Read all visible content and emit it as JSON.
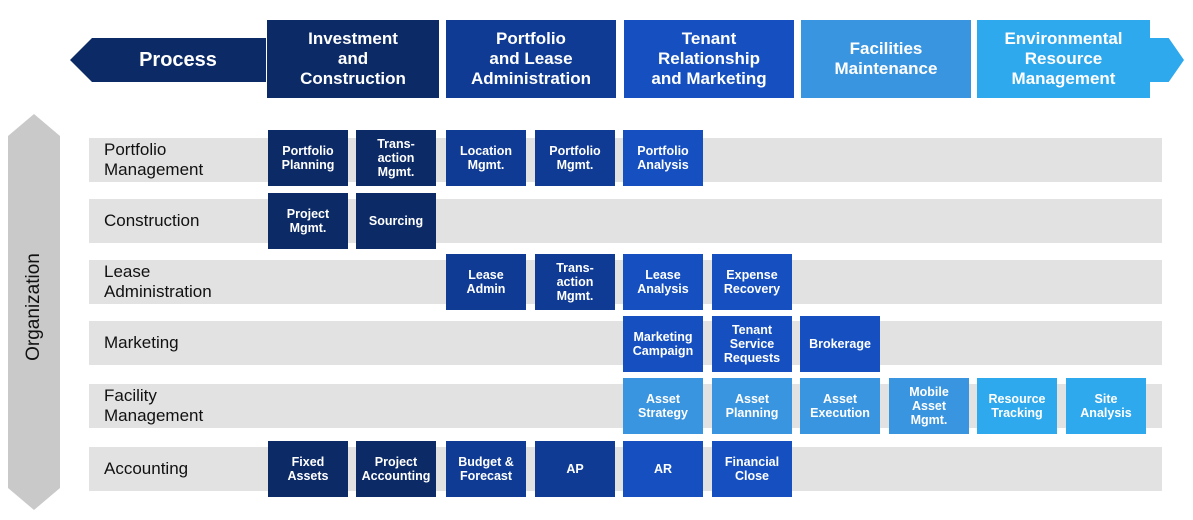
{
  "process": {
    "label": "Process"
  },
  "organization": {
    "label": "Organization"
  },
  "colors": {
    "process_arrow": "#0c2a66",
    "phase1": "#0c2a66",
    "phase2": "#0f3b94",
    "phase3": "#1650c0",
    "phase4": "#3a95e0",
    "phase5": "#2fa9ee",
    "row_band": "#e2e2e2",
    "org_arrow": "#c9c9c9"
  },
  "phases": [
    {
      "label": "Investment\nand\nConstruction"
    },
    {
      "label": "Portfolio\nand Lease\nAdministration"
    },
    {
      "label": "Tenant\nRelationship\nand Marketing"
    },
    {
      "label": "Facilities\nMaintenance"
    },
    {
      "label": "Environmental\nResource\nManagement"
    }
  ],
  "rows": [
    {
      "label": "Portfolio\nManagement"
    },
    {
      "label": "Construction"
    },
    {
      "label": "Lease\nAdministration"
    },
    {
      "label": "Marketing"
    },
    {
      "label": "Facility\nManagement"
    },
    {
      "label": "Accounting"
    }
  ],
  "cells": {
    "portfolio_planning": "Portfolio\nPlanning",
    "transaction_mgmt_1": "Trans-\naction\nMgmt.",
    "location_mgmt": "Location\nMgmt.",
    "portfolio_mgmt": "Portfolio\nMgmt.",
    "portfolio_analysis": "Portfolio\nAnalysis",
    "project_mgmt": "Project\nMgmt.",
    "sourcing": "Sourcing",
    "lease_admin": "Lease\nAdmin",
    "transaction_mgmt_2": "Trans-\naction\nMgmt.",
    "lease_analysis": "Lease\nAnalysis",
    "expense_recovery": "Expense\nRecovery",
    "marketing_campaign": "Marketing\nCampaign",
    "tenant_service_requests": "Tenant\nService\nRequests",
    "brokerage": "Brokerage",
    "asset_strategy": "Asset\nStrategy",
    "asset_planning": "Asset\nPlanning",
    "asset_execution": "Asset\nExecution",
    "mobile_asset_mgmt": "Mobile\nAsset\nMgmt.",
    "resource_tracking": "Resource\nTracking",
    "site_analysis": "Site\nAnalysis",
    "fixed_assets": "Fixed\nAssets",
    "project_accounting": "Project\nAccounting",
    "budget_forecast": "Budget &\nForecast",
    "ap": "AP",
    "ar": "AR",
    "financial_close": "Financial\nClose"
  }
}
